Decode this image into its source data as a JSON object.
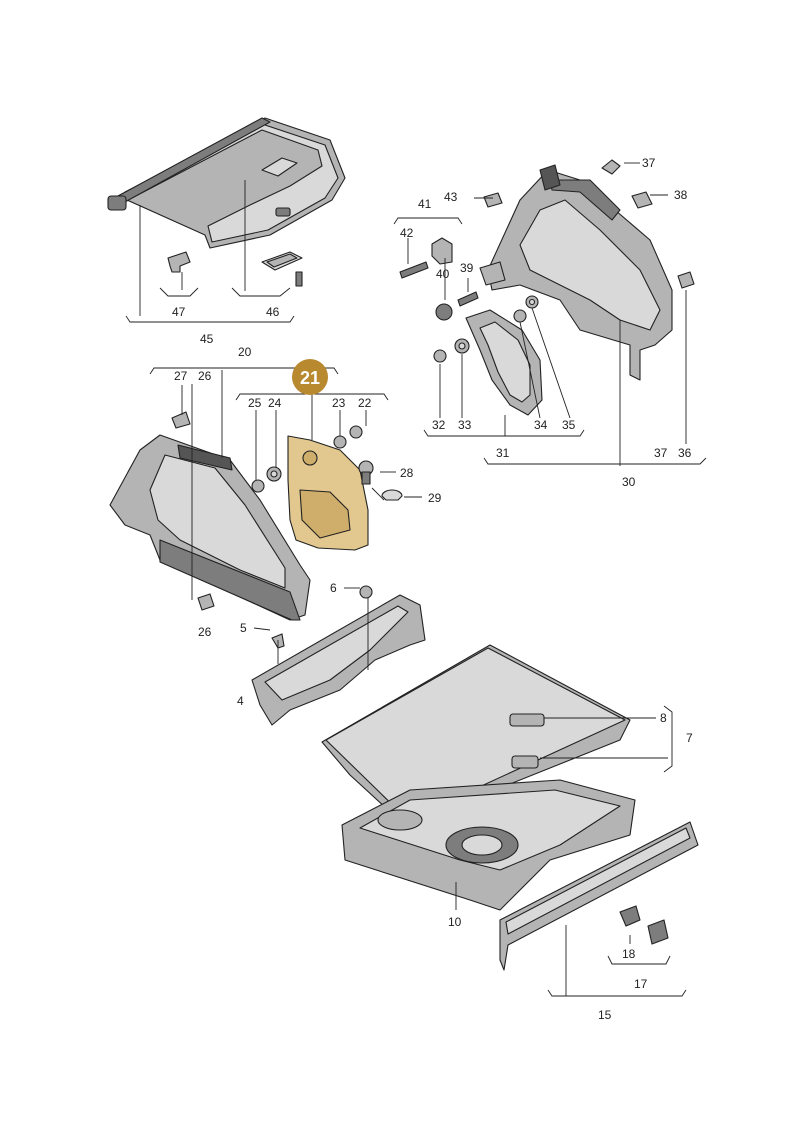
{
  "highlight": {
    "label": "21",
    "badge_color": "#b8892f",
    "part_color": "#e2c88f"
  },
  "colors": {
    "part_fill": "#bdbdbd",
    "line": "#222222"
  },
  "labels": {
    "l37_top": "37",
    "l38": "38",
    "l43": "43",
    "l41": "41",
    "l42": "42",
    "l40": "40",
    "l39": "39",
    "l47": "47",
    "l46": "46",
    "l45": "45",
    "l20": "20",
    "l27": "27",
    "l26_top": "26",
    "l25": "25",
    "l24": "24",
    "l23": "23",
    "l22": "22",
    "l28": "28",
    "l29": "29",
    "l32": "32",
    "l33": "33",
    "l34": "34",
    "l35": "35",
    "l31": "31",
    "l37_bot": "37",
    "l36": "36",
    "l30": "30",
    "l6": "6",
    "l26_bot": "26",
    "l5": "5",
    "l4": "4",
    "l8": "8",
    "l7": "7",
    "l10": "10",
    "l18": "18",
    "l17": "17",
    "l15": "15"
  }
}
